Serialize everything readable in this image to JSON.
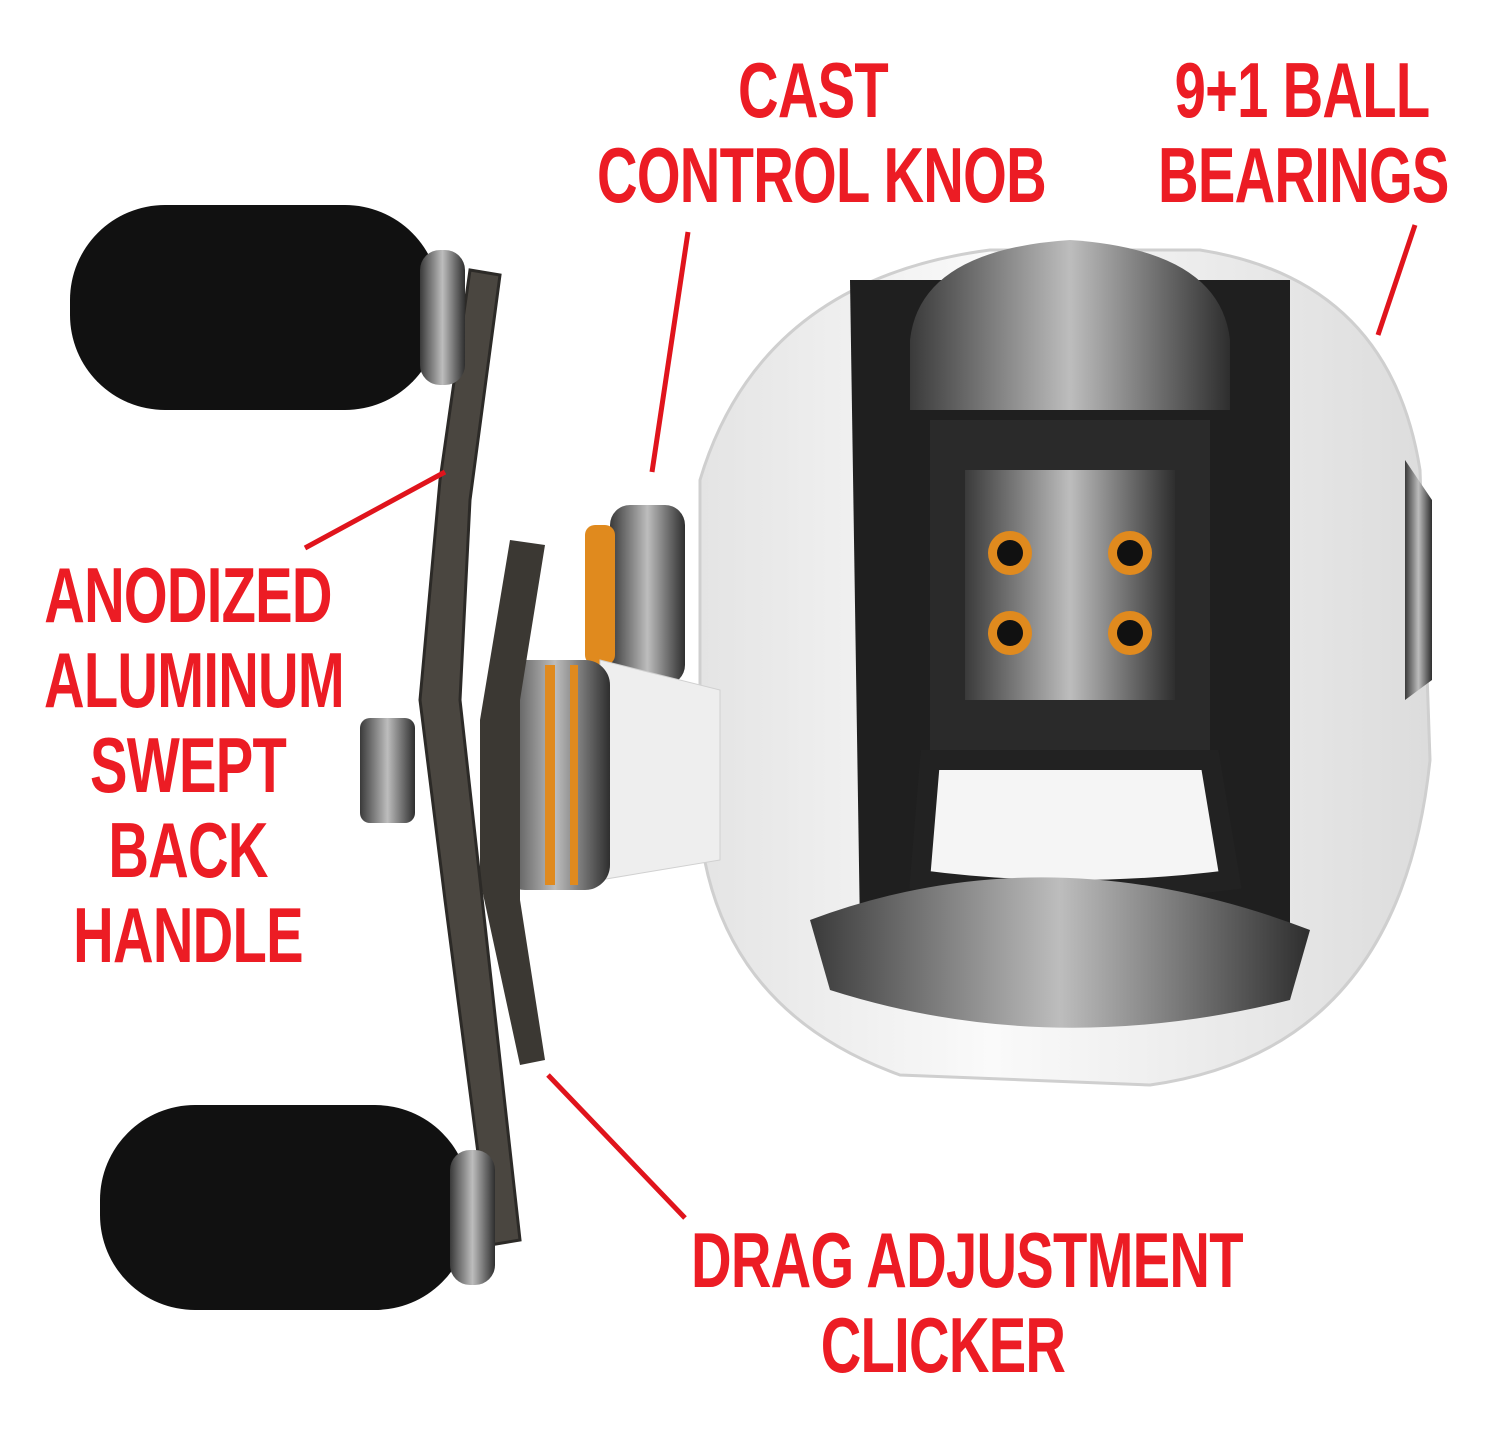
{
  "callouts": {
    "cast_control": {
      "lines": [
        "CAST",
        "CONTROL KNOB"
      ]
    },
    "ball_bearings": {
      "lines": [
        "9+1 BALL",
        "BEARINGS"
      ]
    },
    "handle": {
      "lines": [
        "ANODIZED",
        "ALUMINUM",
        "SWEPT",
        "BACK",
        "HANDLE"
      ]
    },
    "drag": {
      "lines": [
        "DRAG ADJUSTMENT",
        "CLICKER"
      ]
    }
  },
  "colors": {
    "callout_text": "#ec1c24",
    "leader_line": "#e0141c",
    "reel_body": "#f2f2f2",
    "accent": "#e08a1e"
  }
}
